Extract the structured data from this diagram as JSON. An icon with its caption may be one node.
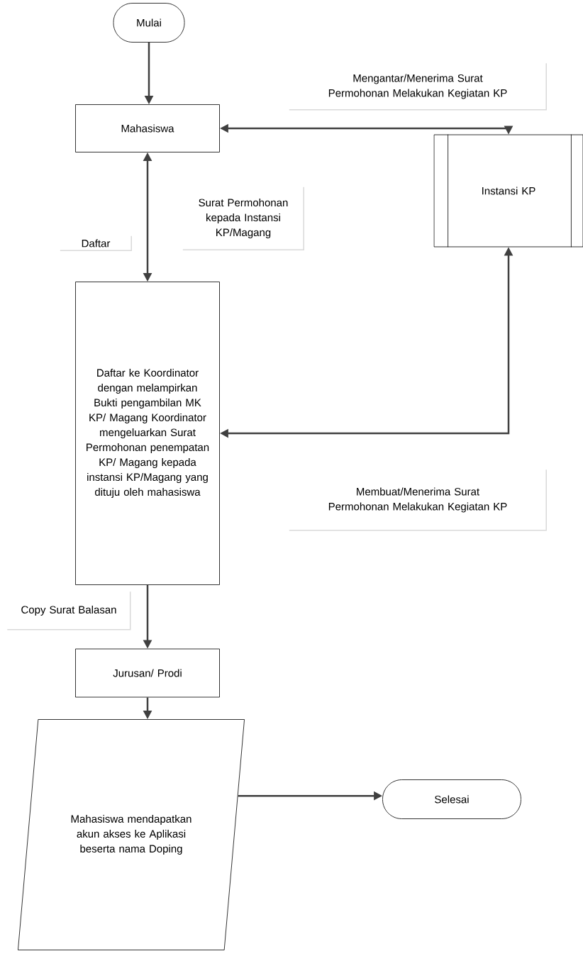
{
  "diagram": {
    "nodes": [
      {
        "text": [
          "Mulai"
        ]
      },
      {
        "text": [
          "Mahasiswa"
        ]
      },
      {
        "text": [
          "Instansi KP"
        ]
      },
      {
        "text": [
          "Daftar ke Koordinator dengan melampirkan Bukti pengambilan MK KP/ Magang Koordinator mengeluarkan Surat Permohonan penempatan KP/ Magang kepada instansi KP/Magang yang dituju oleh mahasiswa"
        ]
      },
      {
        "text": [
          "Jurusan/ Prodi"
        ]
      },
      {
        "text": [
          "Mahasiswa mendapatkan akun akses ke Aplikasi beserta nama Doping"
        ]
      },
      {
        "text": [
          "Selesai"
        ]
      }
    ],
    "edges": [
      {
        "from": 0,
        "to": 1,
        "arrow": "to"
      },
      {
        "from": 1,
        "to": 3,
        "arrow": "both"
      },
      {
        "from": 1,
        "to": 2,
        "arrow": "both"
      },
      {
        "from": 3,
        "to": 2,
        "arrow": "both"
      },
      {
        "from": 3,
        "to": 4,
        "arrow": "to"
      },
      {
        "from": 4,
        "to": 5,
        "arrow": "to"
      },
      {
        "from": 5,
        "to": 6,
        "arrow": "to"
      }
    ],
    "labels": [
      "Mengantar/Menerima Surat Permohonan Melakukan Kegiatan KP",
      "Surat Permohonan kepada Instansi KP/Magang",
      "Daftar",
      "Membuat/Menerima Surat Permohonan Melakukan Kegiatan KP",
      "Copy Surat Balasan"
    ]
  }
}
